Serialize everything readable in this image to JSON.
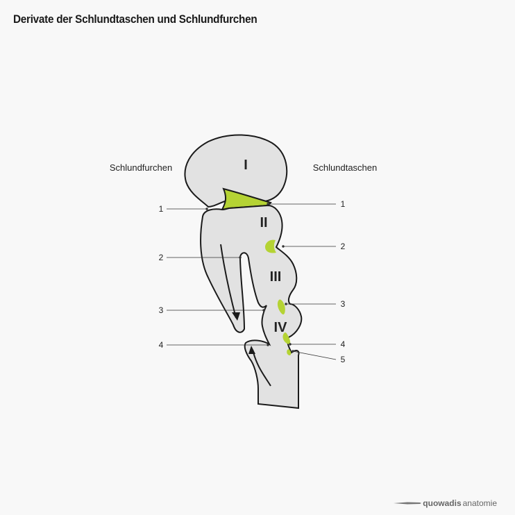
{
  "title": "Derivate der Schlundtaschen und Schlundfurchen",
  "labels": {
    "left_heading": "Schlundfurchen",
    "right_heading": "Schlundtaschen",
    "arch_1": "I",
    "arch_2": "II",
    "arch_3": "III",
    "arch_4": "IV"
  },
  "left_numbers": [
    "1",
    "2",
    "3",
    "4"
  ],
  "right_numbers": [
    "1",
    "2",
    "3",
    "4",
    "5"
  ],
  "brand": {
    "name_bold": "quowadis",
    "name_rest": "anatomie"
  },
  "colors": {
    "tissue": "#e2e2e2",
    "outline": "#1a1a1a",
    "highlight": "#b5d334"
  }
}
